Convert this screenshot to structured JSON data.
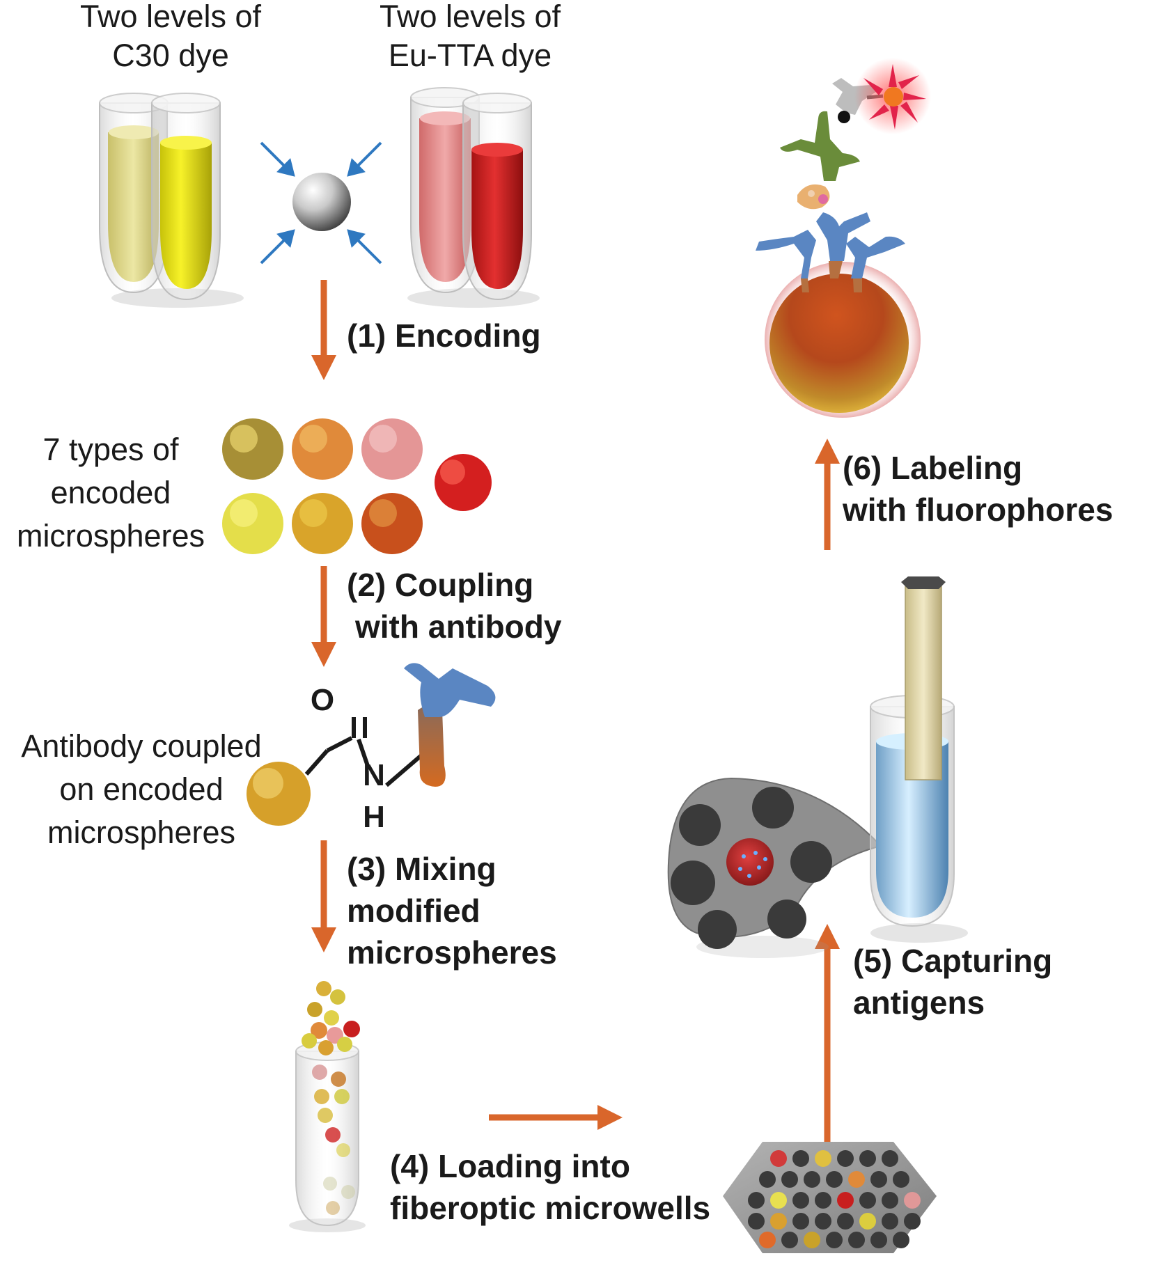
{
  "dyes": {
    "c30": {
      "line1": "Two levels of",
      "line2": "C30 dye"
    },
    "eu": {
      "line1": "Two levels of",
      "line2": "Eu-TTA dye"
    }
  },
  "labels": {
    "types": {
      "line1": "7 types of",
      "line2": "encoded",
      "line3": "microspheres"
    },
    "coupled": {
      "line1": "Antibody coupled",
      "line2": "on encoded",
      "line3": "microspheres"
    }
  },
  "chemistry": {
    "oxygen": "O",
    "nitrogen": "N",
    "hydrogen": "H"
  },
  "steps": {
    "s1": {
      "line1": "(1) Encoding"
    },
    "s2": {
      "line1": "(2) Coupling",
      "line2": "with antibody"
    },
    "s3": {
      "line1": "(3) Mixing",
      "line2": "modified",
      "line3": "microspheres"
    },
    "s4": {
      "line1": "(4) Loading into",
      "line2": "fiberoptic microwells"
    },
    "s5": {
      "line1": "(5) Capturing",
      "line2": "antigens"
    },
    "s6": {
      "line1": "(6) Labeling",
      "line2": "with fluorophores"
    }
  },
  "colors": {
    "arrow": "#d9662b",
    "yellow_dye": "#ecec22",
    "red_dye": "#d82a2a",
    "antibody": "#5a86c2",
    "fiber": "#e6dcb0",
    "plate": "#9a9a9a",
    "well": "#3a3a3a"
  }
}
